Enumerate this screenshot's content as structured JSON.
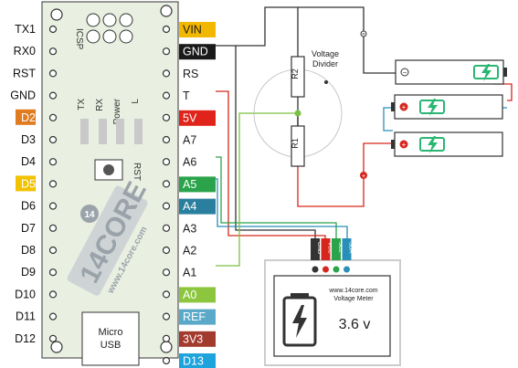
{
  "board": {
    "left_pins": [
      "TX1",
      "RX0",
      "RST",
      "GND",
      "D2",
      "D3",
      "D4",
      "D5",
      "D6",
      "D7",
      "D8",
      "D9",
      "D10",
      "D11",
      "D12"
    ],
    "left_highlight": {
      "D2": "#e07b20",
      "D5": "#f2c200"
    },
    "right_pins": [
      {
        "label": "VIN",
        "bg": "#f2b800",
        "fg": "#1a1a1a"
      },
      {
        "label": "GND",
        "bg": "#1a1a1a",
        "fg": "#ffffff"
      },
      {
        "label": "RS",
        "bg": null,
        "fg": "#1a1a1a"
      },
      {
        "label": "T",
        "bg": null,
        "fg": "#1a1a1a"
      },
      {
        "label": "5V",
        "bg": "#e0241b",
        "fg": "#ffffff"
      },
      {
        "label": "A7",
        "bg": null,
        "fg": "#1a1a1a"
      },
      {
        "label": "A6",
        "bg": null,
        "fg": "#1a1a1a"
      },
      {
        "label": "A5",
        "bg": "#2aa34a",
        "fg": "#ffffff"
      },
      {
        "label": "A4",
        "bg": "#2a7f9e",
        "fg": "#ffffff"
      },
      {
        "label": "A3",
        "bg": null,
        "fg": "#1a1a1a"
      },
      {
        "label": "A2",
        "bg": null,
        "fg": "#1a1a1a"
      },
      {
        "label": "A1",
        "bg": null,
        "fg": "#1a1a1a"
      },
      {
        "label": "A0",
        "bg": "#8cc63f",
        "fg": "#ffffff"
      },
      {
        "label": "REF",
        "bg": "#5aa9c9",
        "fg": "#ffffff"
      },
      {
        "label": "3V3",
        "bg": "#a33a2e",
        "fg": "#ffffff"
      },
      {
        "label": "D13",
        "bg": "#1ea3dc",
        "fg": "#ffffff"
      }
    ],
    "icsp_label": "ICSP",
    "led_labels": [
      "TX",
      "RX",
      "Power",
      "L"
    ],
    "rst_label": "RST",
    "logo_text": "14CORE",
    "logo_url": "www.14core.com",
    "usb_label": [
      "Micro",
      "USB"
    ]
  },
  "divider": {
    "title": [
      "Voltage",
      "Divider"
    ],
    "r2_label": "R2",
    "r1_label": "R1"
  },
  "batteries": {
    "polarity_neg": "⊖",
    "polarity_pos": "⊕"
  },
  "meter": {
    "pins": [
      "GND",
      "VCC",
      "SCL",
      "SDA"
    ],
    "site": "www.14core.com",
    "title": "Voltage Meter",
    "reading": "3.6 v"
  },
  "colors": {
    "board": "#e9efe1",
    "wire_red": "#d6271e",
    "wire_black": "#333333",
    "wire_green": "#7cc142",
    "wire_blue": "#2a8fb8",
    "battery_green": "#2bb673"
  }
}
